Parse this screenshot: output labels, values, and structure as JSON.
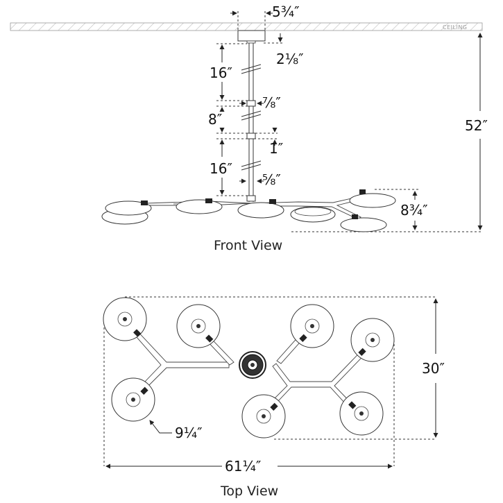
{
  "ceiling_label": "CEILING",
  "views": {
    "front": "Front View",
    "top": "Top View"
  },
  "dimensions": {
    "canopy_width": "5¾″",
    "canopy_height": "2⅛″",
    "stem_upper": "16″",
    "coupling": "⅞″",
    "stem_middle": "8″",
    "joint": "1″",
    "stem_lower": "16″",
    "hub": "⅝″",
    "overall_height": "52″",
    "fixture_height": "8¾″",
    "depth": "30″",
    "shade_diameter": "9¼″",
    "overall_width": "61¼″"
  }
}
